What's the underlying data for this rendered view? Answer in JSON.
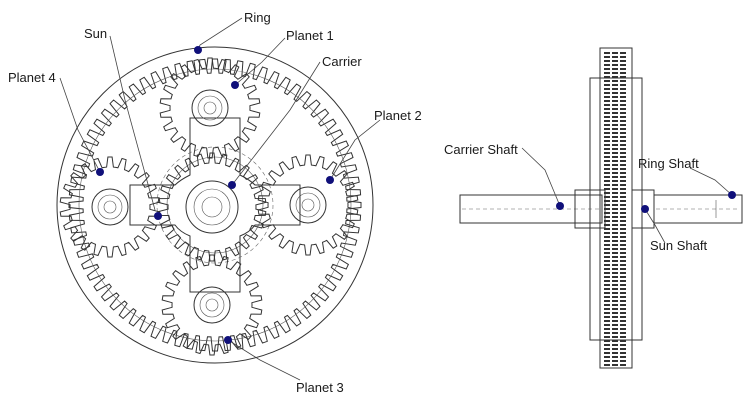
{
  "labels": {
    "ring": "Ring",
    "sun": "Sun",
    "planet1": "Planet 1",
    "planet2": "Planet 2",
    "planet3": "Planet 3",
    "planet4": "Planet 4",
    "carrier": "Carrier",
    "carrier_shaft": "Carrier Shaft",
    "ring_shaft": "Ring Shaft",
    "sun_shaft": "Sun Shaft"
  },
  "colors": {
    "line": "#333333",
    "marker": "#10107a",
    "background": "#ffffff"
  }
}
